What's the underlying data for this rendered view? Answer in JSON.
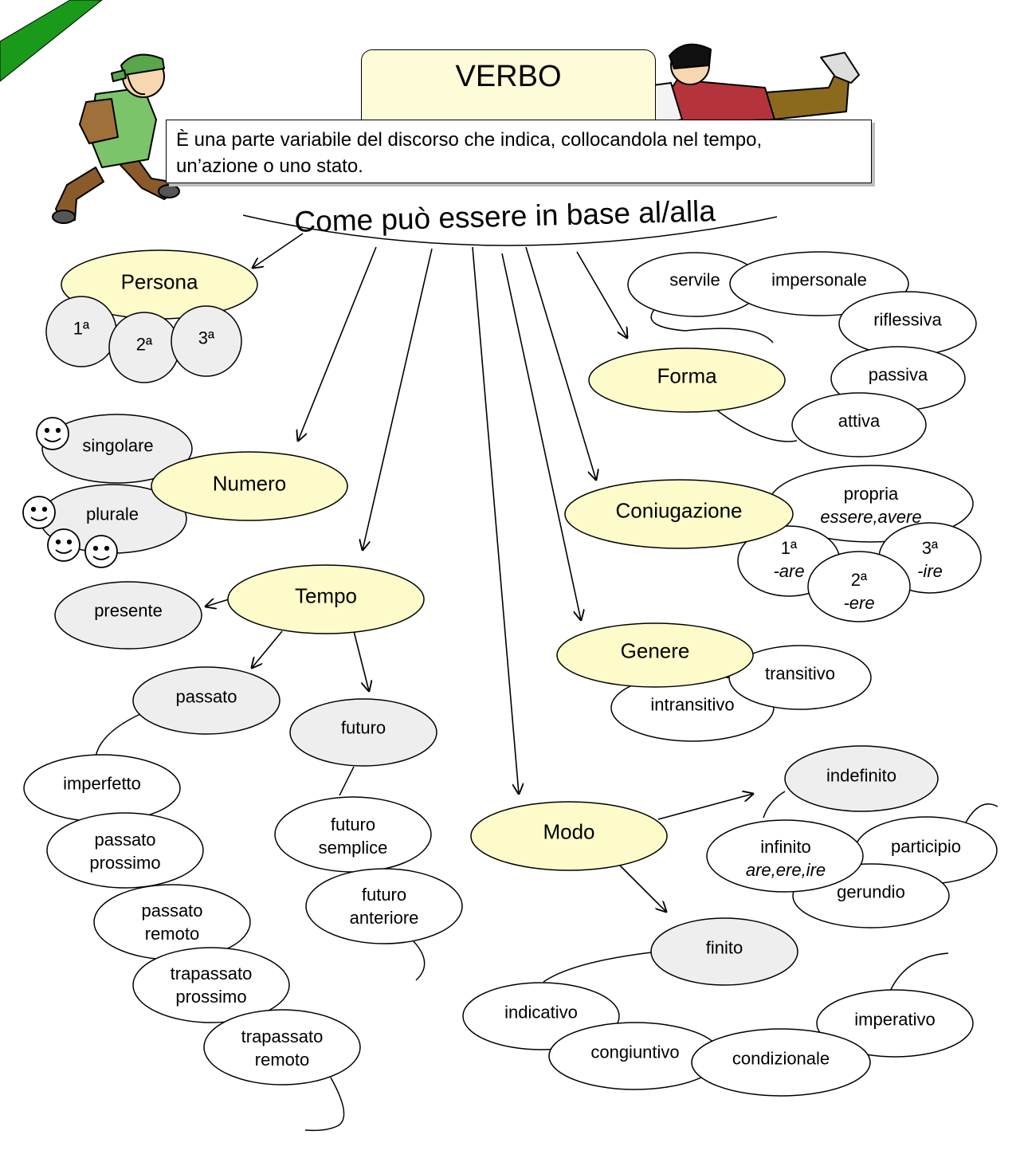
{
  "title": "VERBO",
  "definition": {
    "line1": "È una parte variabile del discorso che indica, collocandola nel tempo,",
    "line2": "un’azione o uno stato."
  },
  "subtitle": "Come può essere in base al/alla",
  "colors": {
    "main_fill": "#fdfbc9",
    "gray_fill": "#eeeeee",
    "white_fill": "#ffffff",
    "stroke": "#000000",
    "corner_green": "#1a9a1a"
  },
  "nodes": {
    "persona": "Persona",
    "p1": "1ª",
    "p2": "2ª",
    "p3": "3ª",
    "numero": "Numero",
    "singolare": "singolare",
    "plurale": "plurale",
    "tempo": "Tempo",
    "presente": "presente",
    "passato": "passato",
    "imperfetto": "imperfetto",
    "passato_prossimo": [
      "passato",
      "prossimo"
    ],
    "passato_remoto": [
      "passato",
      "remoto"
    ],
    "trapassato_prossimo": [
      "trapassato",
      "prossimo"
    ],
    "trapassato_remoto": [
      "trapassato",
      "remoto"
    ],
    "futuro": "futuro",
    "futuro_semplice": [
      "futuro",
      "semplice"
    ],
    "futuro_anteriore": [
      "futuro",
      "anteriore"
    ],
    "forma": "Forma",
    "servile": "servile",
    "impersonale": "impersonale",
    "riflessiva": "riflessiva",
    "passiva": "passiva",
    "attiva": "attiva",
    "coniugazione": "Coniugazione",
    "propria": [
      "propria",
      "essere,avere"
    ],
    "c1": [
      "1ª",
      "-are"
    ],
    "c2": [
      "2ª",
      "-ere"
    ],
    "c3": [
      "3ª",
      "-ire"
    ],
    "genere": "Genere",
    "transitivo": "transitivo",
    "intransitivo": "intransitivo",
    "modo": "Modo",
    "indefinito": "indefinito",
    "infinito": [
      "infinito",
      "are,ere,ire"
    ],
    "participio": "participio",
    "gerundio": "gerundio",
    "finito": "finito",
    "indicativo": "indicativo",
    "congiuntivo": "congiuntivo",
    "condizionale": "condizionale",
    "imperativo": "imperativo"
  }
}
